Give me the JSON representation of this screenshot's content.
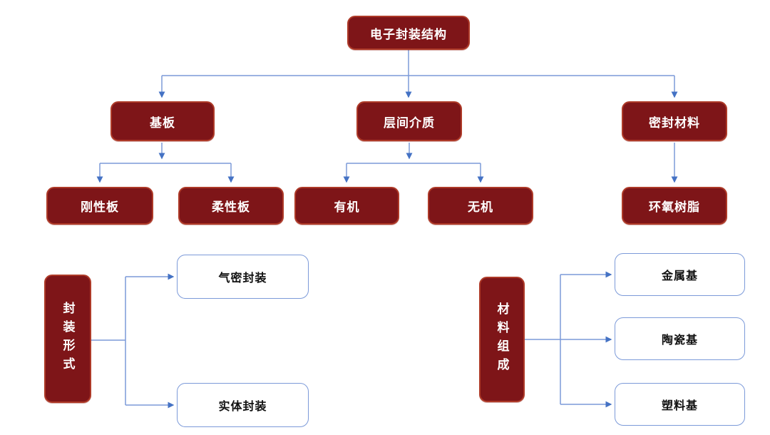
{
  "diagram": {
    "title": "电子封装结构",
    "colors": {
      "red_box_fill": "#7E1518",
      "red_box_border": "#AE3A28",
      "red_box_text": "#FFFFFF",
      "white_box_fill": "#FFFFFF",
      "white_box_border": "#7C9AD9",
      "white_box_text": "#111111",
      "connector_line": "#7C9AD9",
      "arrowhead": "#4472C4"
    },
    "root": {
      "label": "电子封装结构"
    },
    "level2": [
      {
        "label": "基板"
      },
      {
        "label": "层间介质"
      },
      {
        "label": "密封材料"
      }
    ],
    "level3": [
      {
        "label": "刚性板"
      },
      {
        "label": "柔性板"
      },
      {
        "label": "有机"
      },
      {
        "label": "无机"
      },
      {
        "label": "环氧树脂"
      }
    ],
    "groups": [
      {
        "label": "封装形式",
        "children": [
          {
            "label": "气密封装"
          },
          {
            "label": "实体封装"
          }
        ]
      },
      {
        "label": "材料组成",
        "children": [
          {
            "label": "金属基"
          },
          {
            "label": "陶瓷基"
          },
          {
            "label": "塑料基"
          }
        ]
      }
    ]
  }
}
